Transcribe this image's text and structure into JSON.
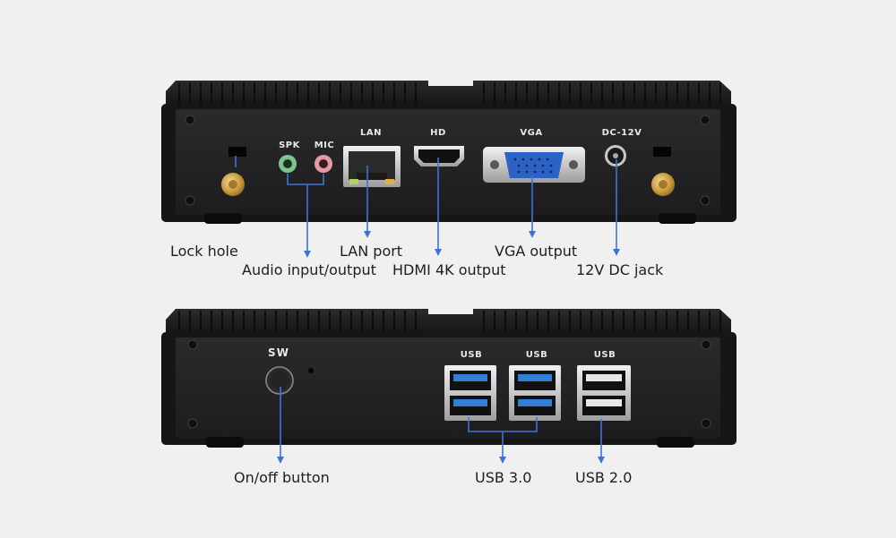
{
  "top_panel": {
    "port_labels": {
      "spk": "SPK",
      "mic": "MIC",
      "lan": "LAN",
      "hd": "HD",
      "vga": "VGA",
      "dc": "DC-12V"
    },
    "callouts": {
      "lock_hole": "Lock hole",
      "audio": "Audio input/output",
      "lan_port": "LAN port",
      "hdmi": "HDMI 4K output",
      "vga_output": "VGA output",
      "dc_jack": "12V DC jack"
    }
  },
  "bottom_panel": {
    "port_labels": {
      "sw": "SW",
      "usb_1": "USB",
      "usb_2": "USB",
      "usb_3": "USB"
    },
    "callouts": {
      "power": "On/off button",
      "usb3": "USB 3.0",
      "usb2": "USB 2.0"
    }
  },
  "colors": {
    "background": "#f0f0f0",
    "chassis": "#1c1c1e",
    "faceplate": "#232325",
    "usb3_blue": "#2f7fd6",
    "vga_blue": "#2c62c4",
    "pointer_blue": "#3f73d3",
    "audio_green": "#7cc58c",
    "audio_pink": "#e49ca4"
  }
}
